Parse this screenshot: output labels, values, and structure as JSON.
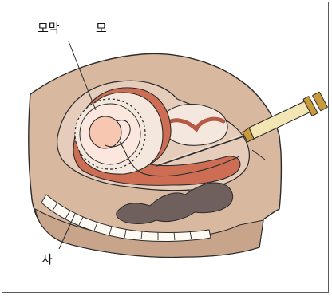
{
  "figure": {
    "labels": {
      "top_left": "모막",
      "top_right": "모",
      "bottom_left": "자"
    },
    "colors": {
      "outer_tissue": "#d9b8a0",
      "outer_tissue_dark": "#c8a48a",
      "inner_wall": "#e6cdbb",
      "uterus_muscle": "#cd6e54",
      "amniotic_fluid": "#f4e8de",
      "fetus": "#f7c7b2",
      "villi": "#fbe7de",
      "bowel": "#6f605e",
      "spine": "#fdfaf4",
      "syringe_metal": "#c99a3a",
      "syringe_body": "#f3e6b4",
      "outline": "#2b2b2b"
    }
  }
}
